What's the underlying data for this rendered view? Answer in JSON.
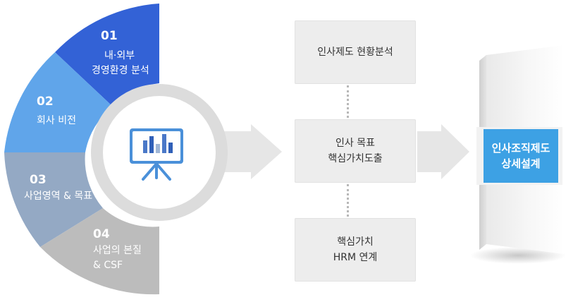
{
  "segments": [
    {
      "num": "01",
      "lines": [
        "내·외부",
        "경영환경 분석"
      ],
      "color": "#3362d6"
    },
    {
      "num": "02",
      "lines": [
        "회사 비전"
      ],
      "color": "#60a5ea"
    },
    {
      "num": "03",
      "lines": [
        "사업영역 & 목표"
      ],
      "color": "#94a9c4"
    },
    {
      "num": "04",
      "lines": [
        "사업의 본질",
        "& CSF"
      ],
      "color": "#bcbcbc"
    }
  ],
  "center_icon": "presentation-board-icon",
  "boxes": [
    {
      "lines": [
        "인사제도 현황분석"
      ]
    },
    {
      "lines": [
        "인사 목표",
        "핵심가치도출"
      ]
    },
    {
      "lines": [
        "핵심가치",
        "HRM 연계"
      ]
    }
  ],
  "pillar": {
    "lines": [
      "인사조직제도",
      "상세설계"
    ],
    "color": "#3da1e4"
  },
  "colors": {
    "arrow": "#e6e6e6",
    "ring": "#dcdcdc",
    "box": "#ededed"
  }
}
